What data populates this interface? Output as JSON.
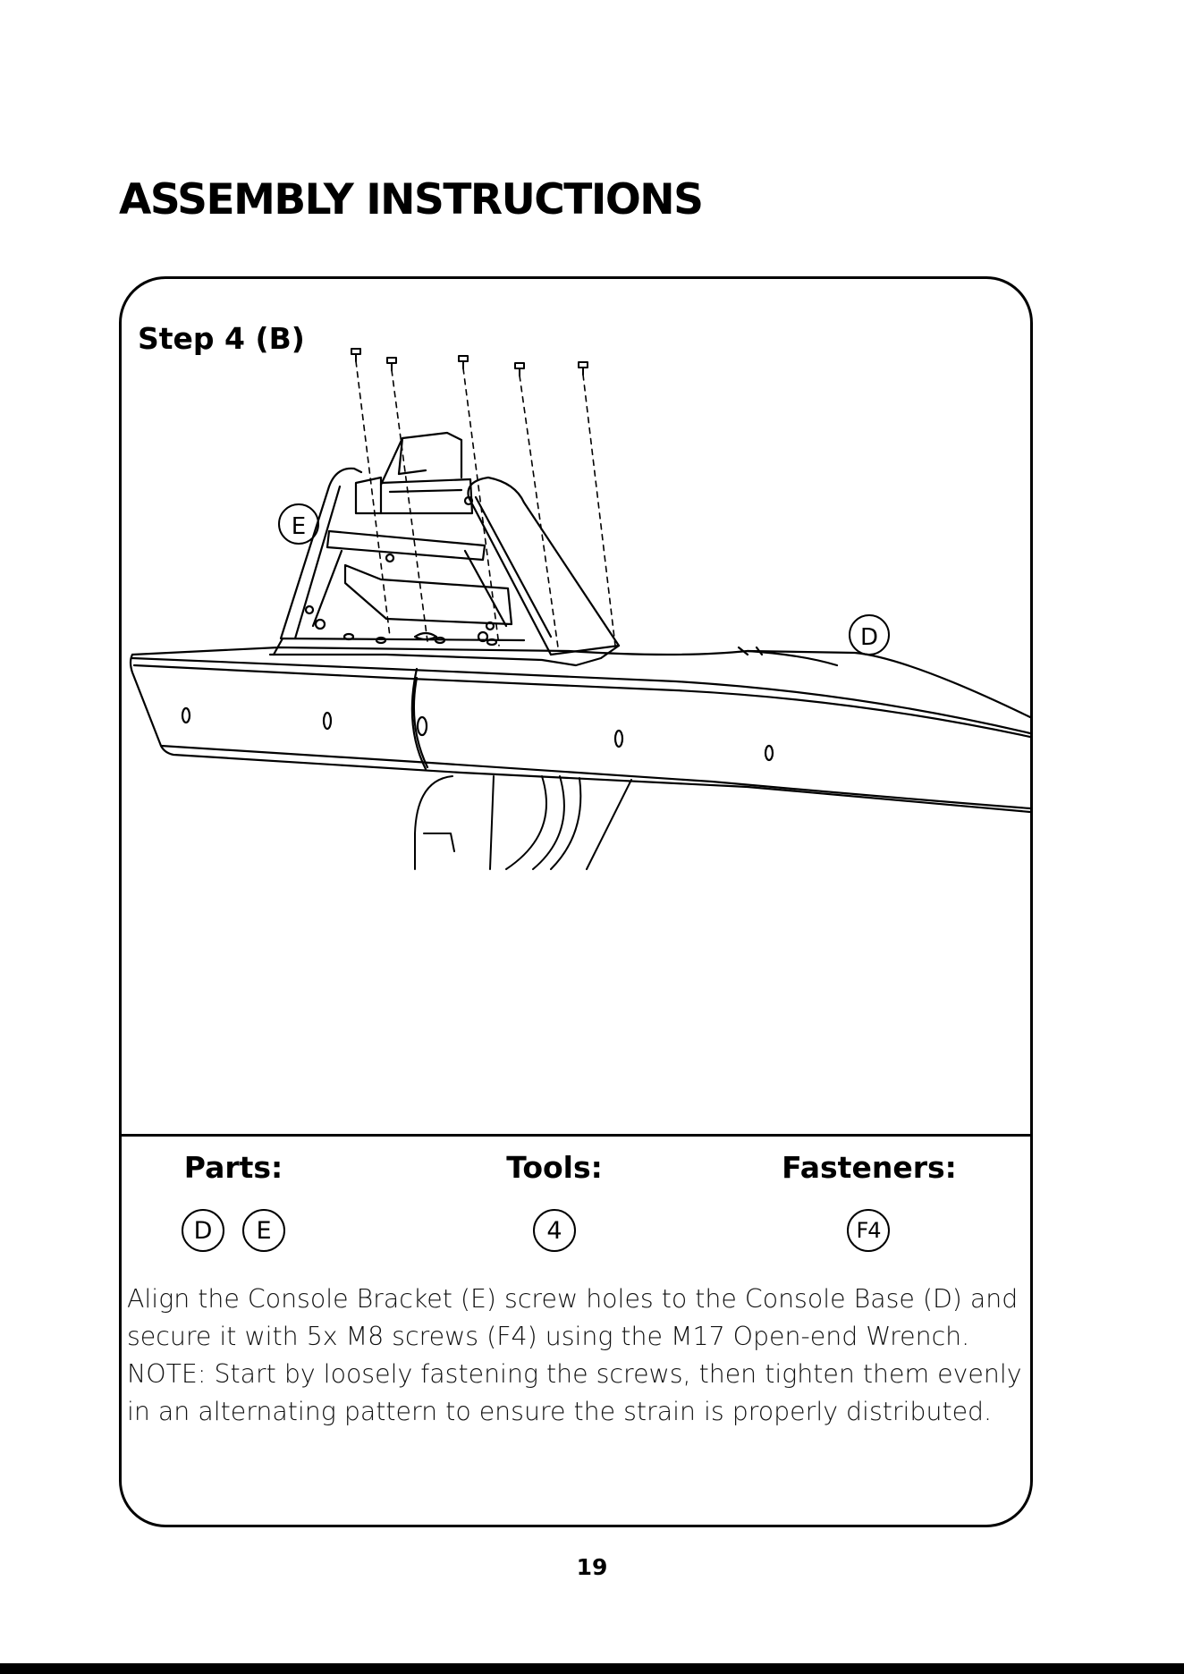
{
  "header": {
    "title": "ASSEMBLY INSTRUCTIONS"
  },
  "step": {
    "label": "Step 4 (B)",
    "callouts": {
      "bracket": "E",
      "base": "D"
    },
    "parts": {
      "heading": "Parts:",
      "items": [
        "D",
        "E"
      ]
    },
    "tools": {
      "heading": "Tools:",
      "items": [
        "4"
      ]
    },
    "fasteners": {
      "heading": "Fasteners:",
      "items": [
        "F4"
      ]
    },
    "description": [
      "Align the Console Bracket (E) screw holes to the Console Base (D) and",
      "secure it with 5x M8 screws (F4) using the M17 Open-end Wrench.",
      "NOTE: Start by loosely fastening the screws, then tighten them evenly",
      "in an alternating pattern to ensure the strain is properly distributed."
    ]
  },
  "footer": {
    "page_number": "19"
  }
}
